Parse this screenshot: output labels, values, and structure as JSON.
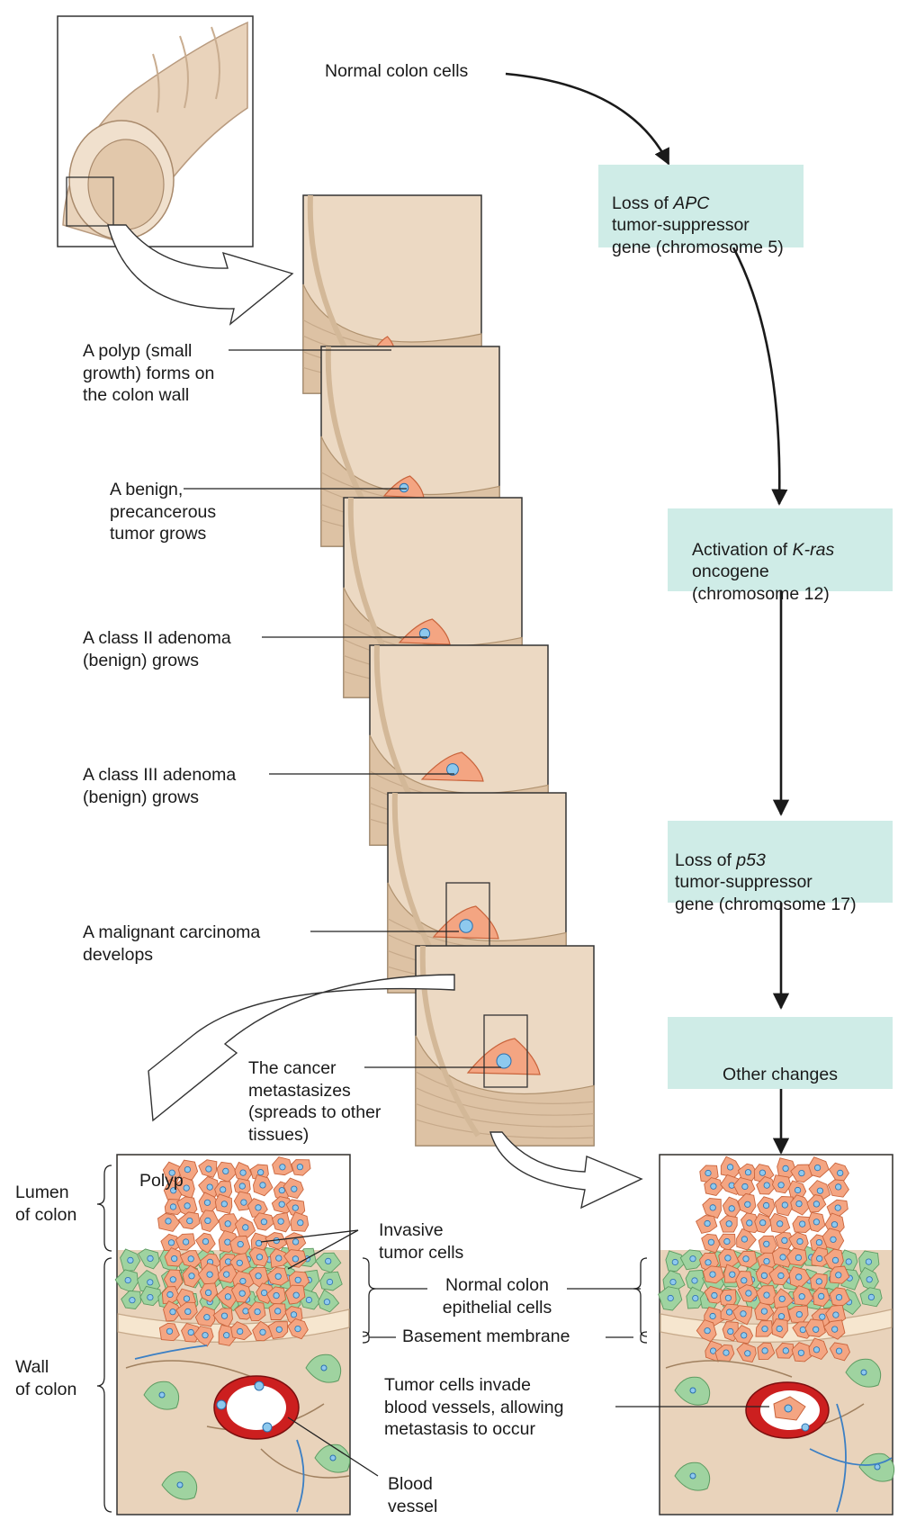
{
  "pathway": {
    "start": "Normal colon cells",
    "steps": [
      {
        "pre": "Loss of ",
        "gene": "APC",
        "post": "\ntumor-suppressor\ngene (chromosome 5)"
      },
      {
        "pre": "Activation of ",
        "gene": "K-ras",
        "post": "\noncogene\n(chromosome 12)"
      },
      {
        "pre": "Loss of ",
        "gene": "p53",
        "post": "\ntumor-suppressor\ngene (chromosome 17)"
      },
      {
        "pre": "",
        "gene": "",
        "post": "Other changes"
      }
    ]
  },
  "stages": [
    "A polyp (small\ngrowth) forms on\nthe colon wall",
    "A benign,\nprecancerous\ntumor grows",
    "A class II adenoma\n(benign) grows",
    "A class III adenoma\n(benign) grows",
    "A malignant carcinoma\ndevelops",
    "The cancer\nmetastasizes\n(spreads to other\ntissues)"
  ],
  "bottom": {
    "lumen": "Lumen\nof colon",
    "wall": "Wall\nof colon",
    "polyp": "Polyp",
    "invasive": "Invasive\ntumor cells",
    "epithelial": "Normal colon\nepithelial cells",
    "basement": "Basement membrane",
    "invade": "Tumor cells invade\nblood vessels, allowing\nmetastasis to occur",
    "vessel": "Blood\nvessel"
  },
  "colors": {
    "teal_box": "#cfece7",
    "tumor": "#f4a582",
    "colon": "#ecd9c3",
    "epithelium": "#9fd3a0",
    "vessel_red": "#cc1f1f",
    "nucleus": "#8ec9ee"
  }
}
